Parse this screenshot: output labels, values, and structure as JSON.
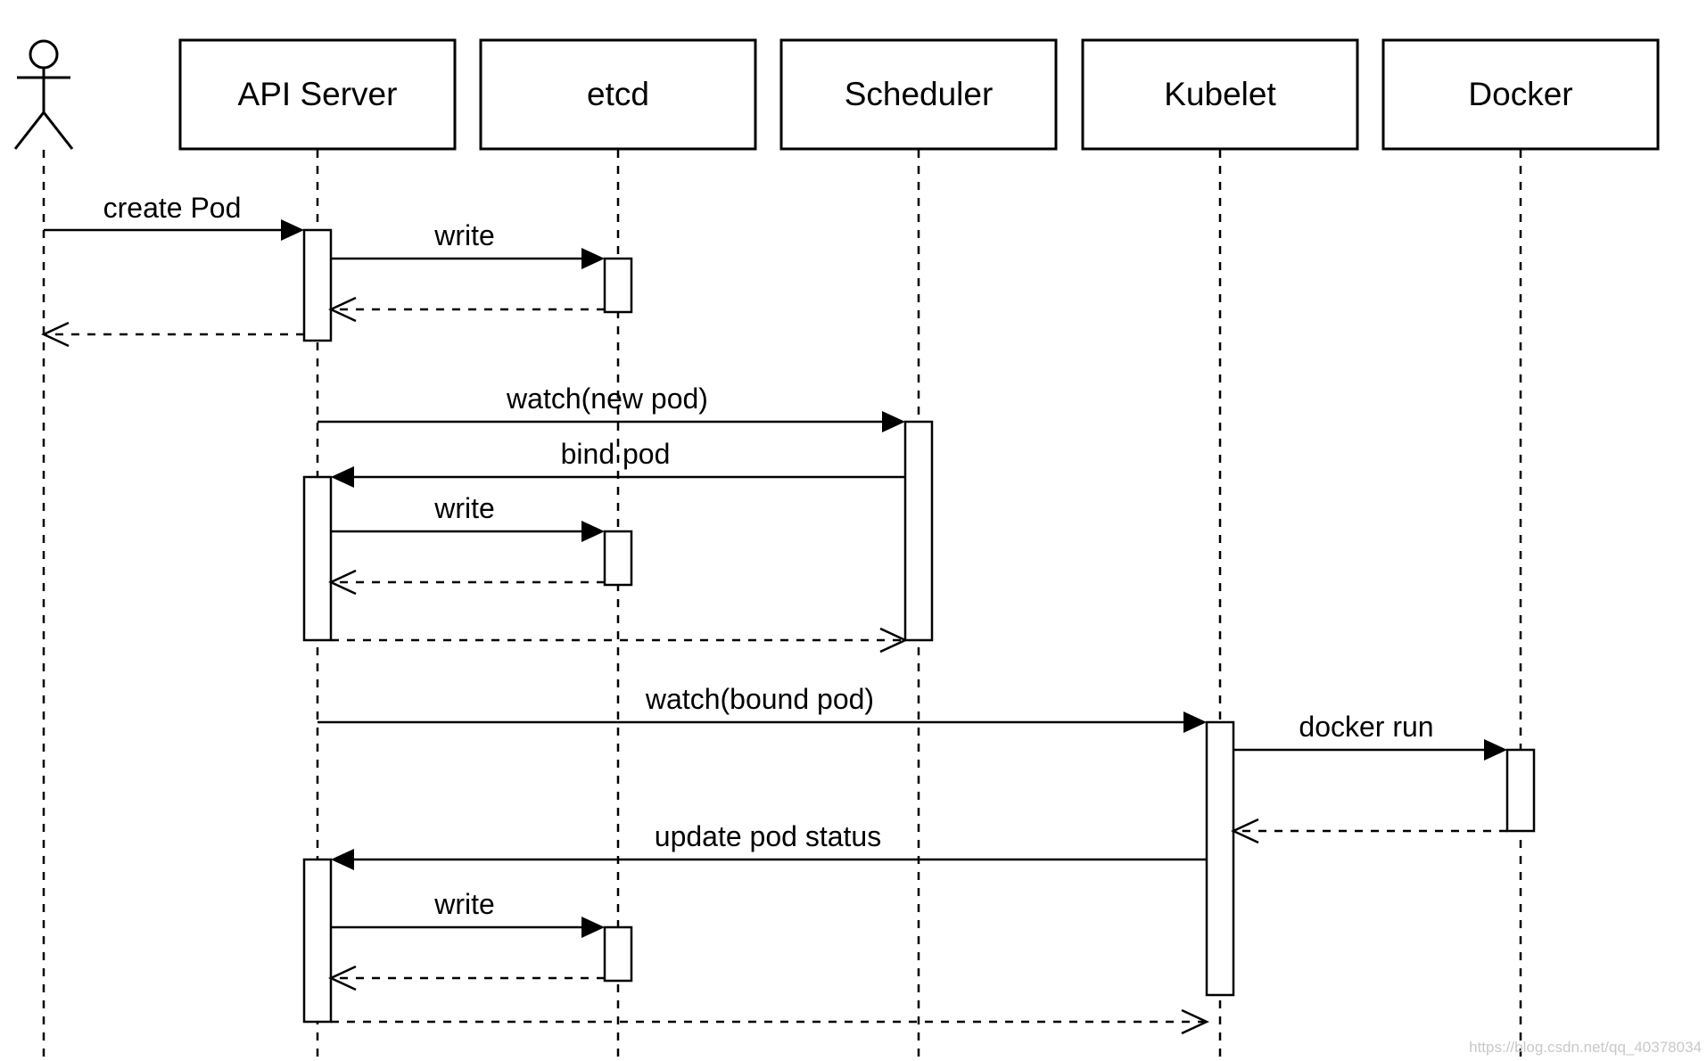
{
  "diagram": {
    "type": "sequence",
    "actor": {
      "label": ""
    },
    "participants": [
      {
        "id": "user",
        "label": ""
      },
      {
        "id": "api",
        "label": "API Server"
      },
      {
        "id": "etcd",
        "label": "etcd"
      },
      {
        "id": "scheduler",
        "label": "Scheduler"
      },
      {
        "id": "kubelet",
        "label": "Kubelet"
      },
      {
        "id": "docker",
        "label": "Docker"
      }
    ],
    "messages": [
      {
        "from": "user",
        "to": "api",
        "label": "create Pod",
        "kind": "call"
      },
      {
        "from": "api",
        "to": "etcd",
        "label": "write",
        "kind": "call"
      },
      {
        "from": "etcd",
        "to": "api",
        "label": "",
        "kind": "return"
      },
      {
        "from": "api",
        "to": "user",
        "label": "",
        "kind": "return"
      },
      {
        "from": "api",
        "to": "scheduler",
        "label": "watch(new pod)",
        "kind": "call"
      },
      {
        "from": "scheduler",
        "to": "api",
        "label": "bind pod",
        "kind": "call"
      },
      {
        "from": "api",
        "to": "etcd",
        "label": "write",
        "kind": "call"
      },
      {
        "from": "etcd",
        "to": "api",
        "label": "",
        "kind": "return"
      },
      {
        "from": "api",
        "to": "scheduler",
        "label": "",
        "kind": "return"
      },
      {
        "from": "api",
        "to": "kubelet",
        "label": "watch(bound pod)",
        "kind": "call"
      },
      {
        "from": "kubelet",
        "to": "docker",
        "label": "docker run",
        "kind": "call"
      },
      {
        "from": "docker",
        "to": "kubelet",
        "label": "",
        "kind": "return"
      },
      {
        "from": "kubelet",
        "to": "api",
        "label": "update pod status",
        "kind": "call"
      },
      {
        "from": "api",
        "to": "etcd",
        "label": "write",
        "kind": "call"
      },
      {
        "from": "etcd",
        "to": "api",
        "label": "",
        "kind": "return"
      },
      {
        "from": "api",
        "to": "kubelet",
        "label": "",
        "kind": "return"
      }
    ]
  },
  "watermark": "https://blog.csdn.net/qq_40378034",
  "colors": {
    "line": "#000000",
    "background": "#ffffff",
    "watermark": "#c8c8c8"
  }
}
